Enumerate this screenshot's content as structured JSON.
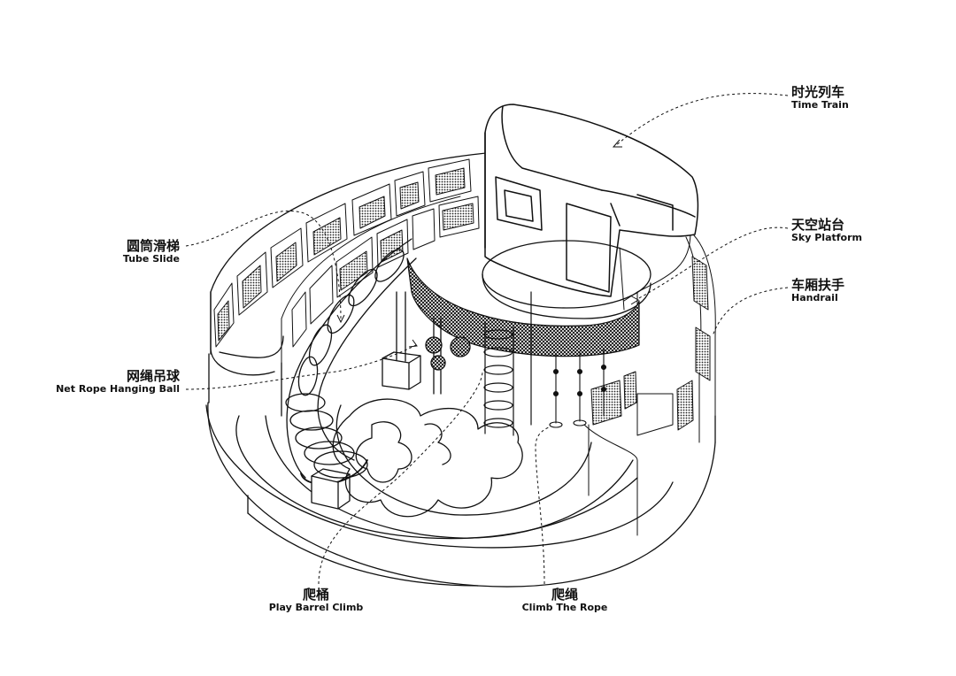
{
  "labels": {
    "time_train": {
      "zh": "时光列车",
      "en": "Time Train"
    },
    "sky_platform": {
      "zh": "天空站台",
      "en": "Sky Platform"
    },
    "handrail": {
      "zh": "车厢扶手",
      "en": "Handrail"
    },
    "tube_slide": {
      "zh": "圆筒滑梯",
      "en": "Tube Slide"
    },
    "net_rope_ball": {
      "zh": "网绳吊球",
      "en": "Net Rope Hanging Ball"
    },
    "barrel_climb": {
      "zh": "爬桶",
      "en": "Play Barrel Climb"
    },
    "climb_rope": {
      "zh": "爬绳",
      "en": "Climb The Rope"
    }
  }
}
